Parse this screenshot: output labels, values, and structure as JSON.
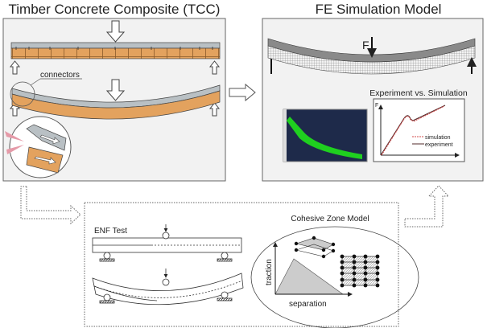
{
  "left_panel": {
    "title": "Timber Concrete Composite (TCC)",
    "connectors_label": "connectors"
  },
  "right_panel": {
    "title": "FE Simulation Model",
    "force_label": "F",
    "chart": {
      "title": "Experiment vs. Simulation",
      "y_axis_label": "F",
      "legend": [
        "simulation",
        "experiment"
      ]
    }
  },
  "bottom_panel": {
    "enf_title": "ENF Test",
    "czm_title": "Cohesive Zone Model",
    "traction_label": "traction",
    "separation_label": "separation"
  },
  "colors": {
    "concrete": "#b9c0c4",
    "timber": "#e3a25e",
    "mesh_green": "#1fd01f",
    "sim_bg": "#1e2a4a",
    "simulation": "#d04848",
    "experiment": "#502828"
  }
}
